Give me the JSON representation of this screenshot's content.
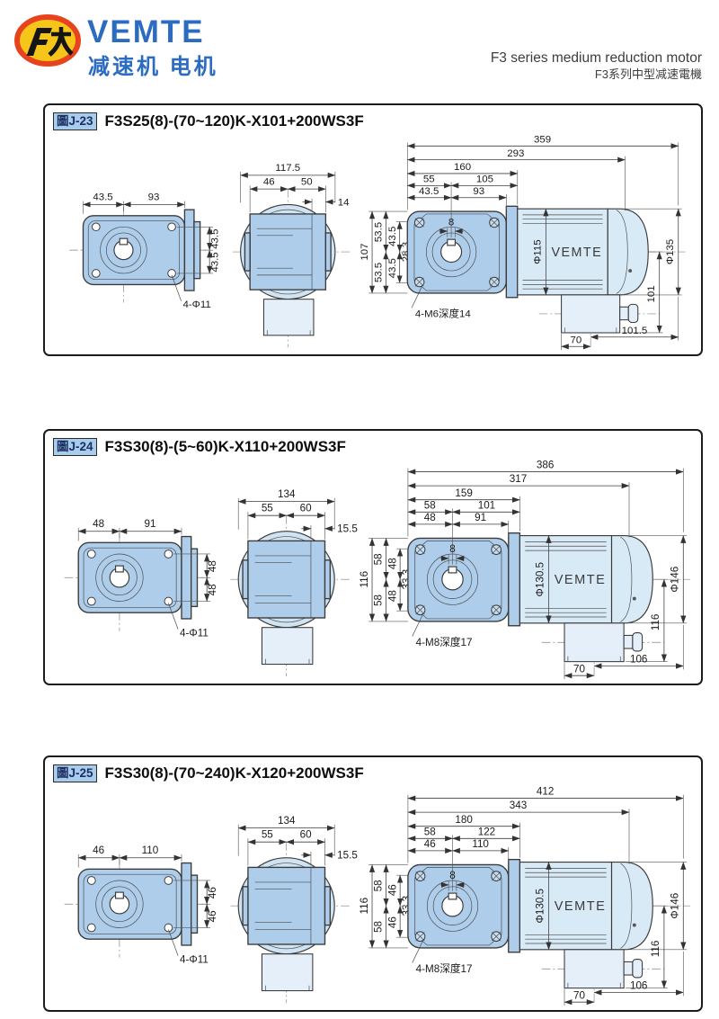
{
  "header": {
    "brand": "VEMTE",
    "brand_sub": "减速机 电机",
    "title_en": "F3 series medium reduction motor",
    "title_zh": "F3系列中型减速電機"
  },
  "colors": {
    "accent_blue": "#2b6cc0",
    "logo_ring": "#e8431f",
    "logo_fill": "#f6c51a",
    "tag_bg": "#a8cdec",
    "body_fill": "#aecdea",
    "motor_fill": "#d9eaf7"
  },
  "panels": [
    {
      "tag": "圖J-23",
      "title": "F3S25(8)-(70~120)K-X101+200WS3F",
      "front": {
        "top1": "43.5",
        "top2": "93",
        "right1": "43.5",
        "right2": "43.5",
        "holes": "4-Φ11"
      },
      "side": {
        "width": "117.5",
        "w1": "46",
        "w2": "50",
        "inset": "14"
      },
      "stack": {
        "full": "107",
        "outer1": "53.5",
        "outer2": "53.5",
        "mid1": "43.5",
        "mid2": "43.5",
        "inner": "28.3"
      },
      "assembly": {
        "total": "359",
        "to_box": "293",
        "to_face": "160",
        "seg1": "55",
        "seg2": "105",
        "seg3": "43.5",
        "seg4": "93",
        "key": "8",
        "motor_dia": "Φ115",
        "brand": "VEMTE",
        "end_dia": "Φ135",
        "drop": "101",
        "bottom_right": "101.5",
        "bottom_center": "70",
        "screws": "4-M6深度14"
      }
    },
    {
      "tag": "圖J-24",
      "title": "F3S30(8)-(5~60)K-X110+200WS3F",
      "front": {
        "top1": "48",
        "top2": "91",
        "right1": "48",
        "right2": "48",
        "holes": "4-Φ11"
      },
      "side": {
        "width": "134",
        "w1": "55",
        "w2": "60",
        "inset": "15.5"
      },
      "stack": {
        "full": "116",
        "outer1": "58",
        "outer2": "58",
        "mid1": "48",
        "mid2": "48",
        "inner": "33.3"
      },
      "assembly": {
        "total": "386",
        "to_box": "317",
        "to_face": "159",
        "seg1": "58",
        "seg2": "101",
        "seg3": "48",
        "seg4": "91",
        "key": "8",
        "motor_dia": "Φ130.5",
        "brand": "VEMTE",
        "end_dia": "Φ146",
        "drop": "116",
        "bottom_right": "106",
        "bottom_center": "70",
        "screws": "4-M8深度17"
      }
    },
    {
      "tag": "圖J-25",
      "title": "F3S30(8)-(70~240)K-X120+200WS3F",
      "front": {
        "top1": "46",
        "top2": "110",
        "right1": "46",
        "right2": "46",
        "holes": "4-Φ11"
      },
      "side": {
        "width": "134",
        "w1": "55",
        "w2": "60",
        "inset": "15.5"
      },
      "stack": {
        "full": "116",
        "outer1": "58",
        "outer2": "58",
        "mid1": "46",
        "mid2": "46",
        "inner": "33.3"
      },
      "assembly": {
        "total": "412",
        "to_box": "343",
        "to_face": "180",
        "seg1": "58",
        "seg2": "122",
        "seg3": "46",
        "seg4": "110",
        "key": "8",
        "motor_dia": "Φ130.5",
        "brand": "VEMTE",
        "end_dia": "Φ146",
        "drop": "116",
        "bottom_right": "106",
        "bottom_center": "70",
        "screws": "4-M8深度17"
      }
    }
  ]
}
